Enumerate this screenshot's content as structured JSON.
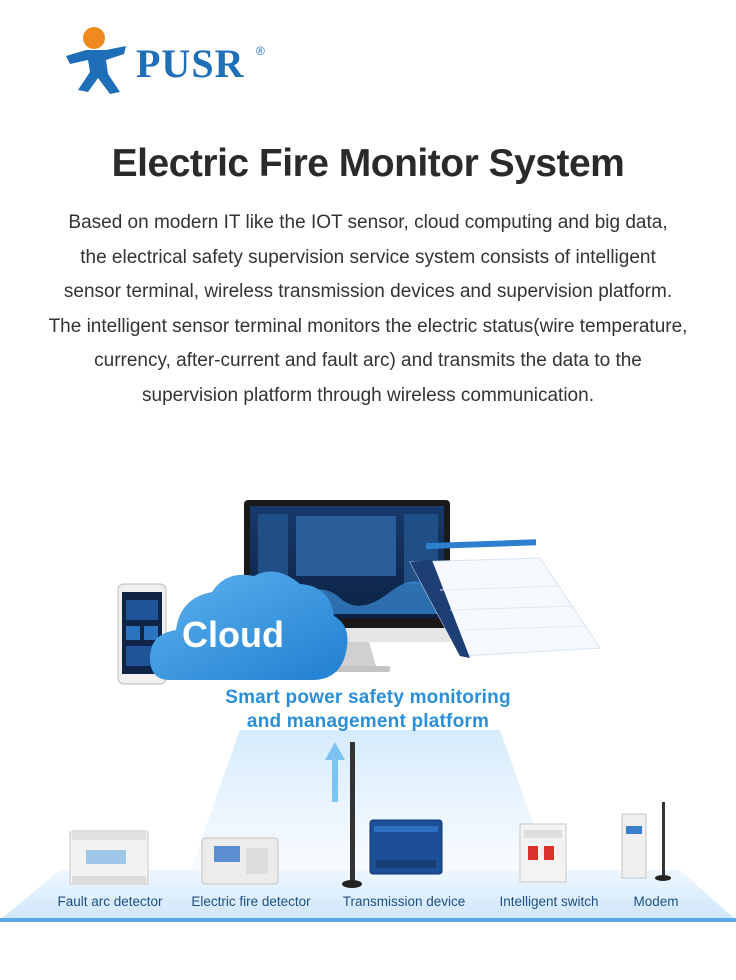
{
  "brand": {
    "name": "PUSR",
    "registered": "®",
    "colors": {
      "orange": "#f08a1e",
      "blue": "#1e6fb8"
    }
  },
  "title": "Electric Fire Monitor System",
  "description": [
    "Based on modern IT like the IOT sensor, cloud computing and big data,",
    "the electrical safety supervision service system consists of intelligent",
    "sensor terminal, wireless transmission devices and supervision platform.",
    "The intelligent sensor terminal monitors the electric status(wire temperature,",
    "currency, after-current and fault arc) and transmits the data to the",
    "supervision platform through wireless communication."
  ],
  "cloud_label": "Cloud",
  "platform_label": [
    "Smart power safety monitoring",
    "and management platform"
  ],
  "devices": [
    {
      "label": "Fault arc detector"
    },
    {
      "label": "Electric fire detector"
    },
    {
      "label": "Transmission device"
    },
    {
      "label": "Intelligent switch"
    },
    {
      "label": "Modem"
    }
  ]
}
